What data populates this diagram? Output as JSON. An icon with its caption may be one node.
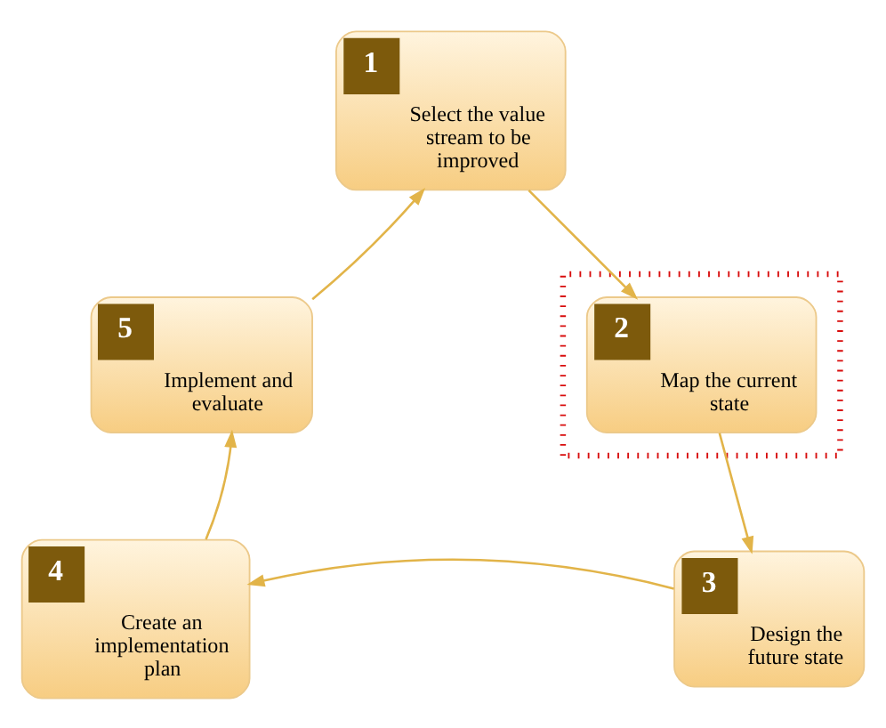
{
  "diagram": {
    "nodes": [
      {
        "text": [
          "1",
          "Select the value stream to be improved"
        ]
      },
      {
        "text": [],
        "shape": "box"
      },
      {
        "text": [
          "2",
          "Map the current state"
        ],
        "in": 1
      },
      {
        "text": [
          "3",
          "Design the future state"
        ]
      },
      {
        "text": [
          "4",
          "Create an implementation plan"
        ]
      },
      {
        "text": [
          "5",
          "Implement and evaluate"
        ]
      }
    ],
    "edges": [
      {
        "from": 0,
        "to": 2,
        "arrow": "to"
      },
      {
        "from": 2,
        "to": 3,
        "arrow": "to"
      },
      {
        "from": 3,
        "to": 4,
        "arrow": "to"
      },
      {
        "from": 4,
        "to": 5,
        "arrow": "to"
      },
      {
        "from": 5,
        "to": 0,
        "arrow": "to"
      }
    ]
  }
}
